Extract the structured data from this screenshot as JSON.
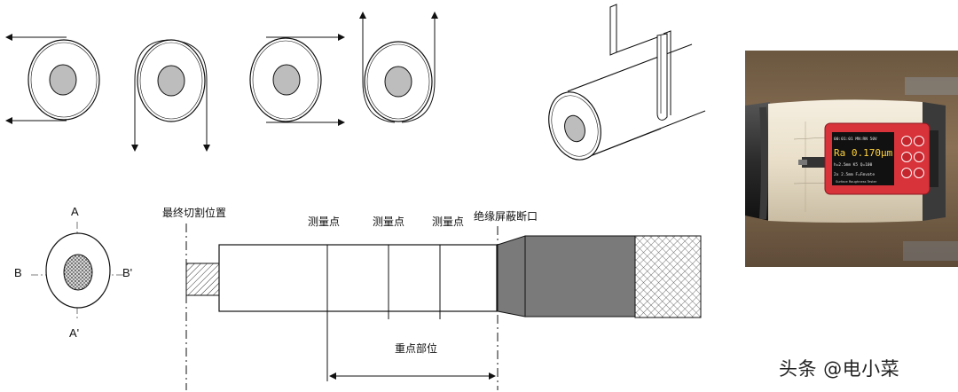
{
  "labels": {
    "final_cut": "最终切割位置",
    "measure_point_1": "测量点",
    "measure_point_2": "测量点",
    "measure_point_3": "测量点",
    "shield_break": "绝缘屏蔽断口",
    "key_area": "重点部位",
    "section_a": "A",
    "section_a_prime": "A'",
    "section_b": "B",
    "section_b_prime": "B'"
  },
  "device": {
    "header_line": "00:01:01  MN:RN  50V",
    "reading": "Ra  0.170μm",
    "line2": "h=2.5mm K5     Q=100",
    "line3": "2x 2.5mm        F=Fmvate",
    "footer": "Surface Roughness Tester"
  },
  "watermark": "头条 @电小菜",
  "colors": {
    "core": "#bdbdbd",
    "shield": "#7a7a7a",
    "device_red": "#d8323a",
    "cable_insulation": "#e9dfc9",
    "cable_black": "#2b2b2b"
  }
}
